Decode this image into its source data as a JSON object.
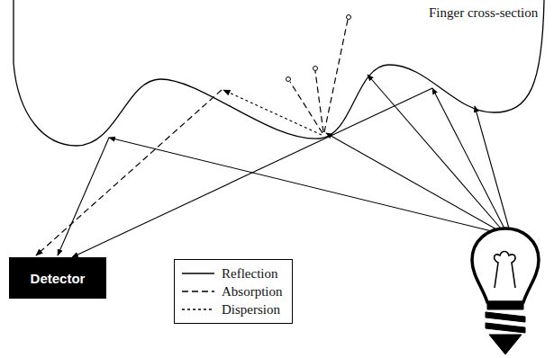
{
  "diagram": {
    "nodes": [
      {
        "text": [
          "Detector"
        ]
      }
    ],
    "labels": [
      "Finger cross-section"
    ],
    "legend": [
      {
        "text": "Reflection"
      },
      {
        "text": "Absorption"
      },
      {
        "text": "Dispersion"
      }
    ]
  }
}
